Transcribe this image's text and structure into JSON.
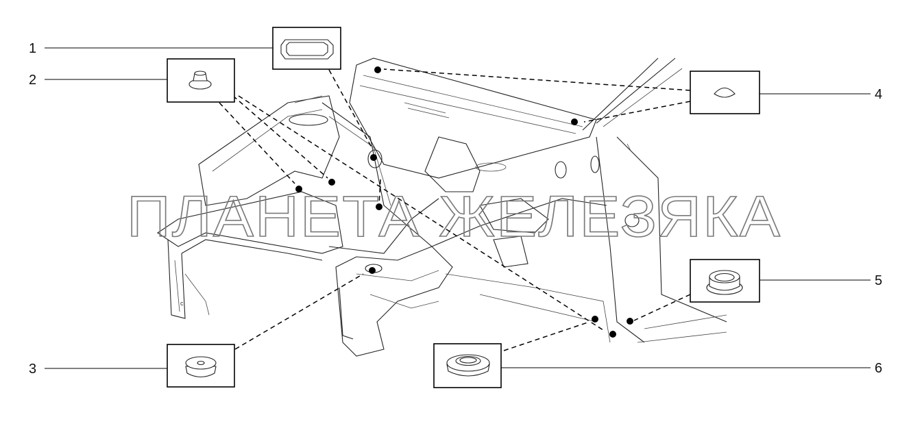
{
  "callouts": [
    {
      "id": "1",
      "label": "1",
      "part": "oval-grommet"
    },
    {
      "id": "2",
      "label": "2",
      "part": "small-plug"
    },
    {
      "id": "3",
      "label": "3",
      "part": "round-plug"
    },
    {
      "id": "4",
      "label": "4",
      "part": "flat-plug"
    },
    {
      "id": "5",
      "label": "5",
      "part": "deep-grommet"
    },
    {
      "id": "6",
      "label": "6",
      "part": "ring-grommet"
    }
  ],
  "watermark": "ПЛАНЕТА ЖЕЛЕЗЯКА"
}
